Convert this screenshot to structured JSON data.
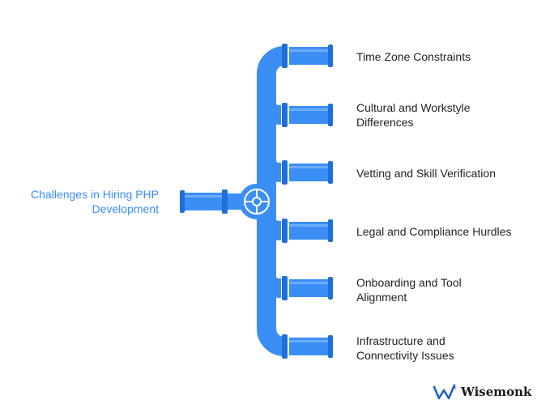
{
  "diagram": {
    "root": {
      "lines": [
        "Challenges in Hiring PHP",
        "Development"
      ]
    },
    "branches": [
      {
        "lines": [
          "Time Zone Constraints"
        ]
      },
      {
        "lines": [
          "Cultural and Workstyle",
          "Differences"
        ]
      },
      {
        "lines": [
          "Vetting and Skill Verification"
        ]
      },
      {
        "lines": [
          "Legal and Compliance Hurdles"
        ]
      },
      {
        "lines": [
          "Onboarding and Tool",
          "Alignment"
        ]
      },
      {
        "lines": [
          "Infrastructure and",
          "Connectivity Issues"
        ]
      }
    ]
  },
  "brand": {
    "name": "Wisemonk",
    "logo_icon": "wisemonk-w-logo-icon"
  },
  "colors": {
    "pipe": "#3a8ef6",
    "pipe_dark": "#1f6fd8",
    "pipe_light": "#8ec0ff",
    "root_text": "#3a8ef6",
    "branch_text": "#222222"
  }
}
